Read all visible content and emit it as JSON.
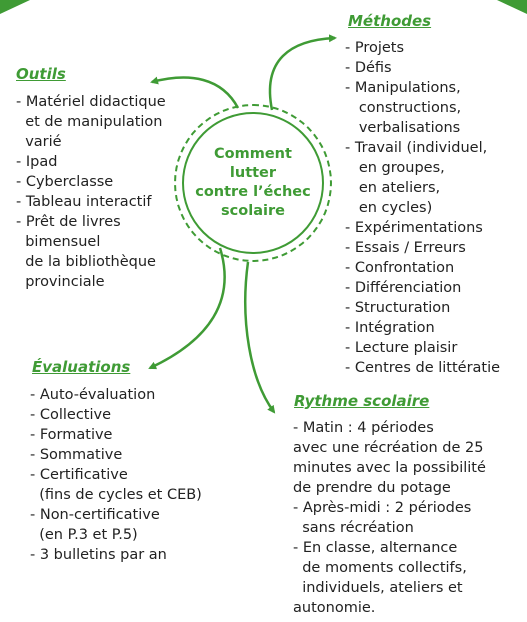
{
  "center_title": "Comment\nlutter\ncontre l’échec\nscolaire",
  "methodes": {
    "heading": "Méthodes",
    "items": [
      "- Projets",
      "- Défis",
      "- Manipulations,",
      "   constructions,",
      "   verbalisations",
      "- Travail (individuel,",
      "   en groupes,",
      "   en ateliers,",
      "   en cycles)",
      "- Expérimentations",
      "- Essais / Erreurs",
      "- Confrontation",
      "- Différenciation",
      "- Structuration",
      "- Intégration",
      "- Lecture plaisir",
      "- Centres de littératie"
    ]
  },
  "outils": {
    "heading": "Outils",
    "items": [
      "- Matériel didactique",
      "  et de manipulation",
      "  varié",
      "- Ipad",
      "- Cyberclasse",
      "- Tableau interactif",
      "- Prêt de livres",
      "  bimensuel",
      "  de la bibliothèque",
      "  provinciale"
    ]
  },
  "evaluations": {
    "heading": "Évaluations",
    "items": [
      "- Auto-évaluation",
      "- Collective",
      "- Formative",
      "- Sommative",
      "- Certificative",
      "  (fins de cycles et CEB)",
      "- Non-certificative",
      "  (en P.3 et P.5)",
      "- 3 bulletins par an"
    ]
  },
  "rythme": {
    "heading": "Rythme scolaire",
    "items": [
      "- Matin : 4 périodes",
      "avec une récréation de 25",
      "minutes avec la possibilité",
      "de prendre du potage",
      "- Après-midi : 2 périodes",
      "  sans récréation",
      "- En classe, alternance",
      "  de moments collectifs,",
      "  individuels, ateliers et",
      "autonomie."
    ]
  },
  "colors": {
    "accent": "#3f9b35",
    "text": "#222222"
  }
}
